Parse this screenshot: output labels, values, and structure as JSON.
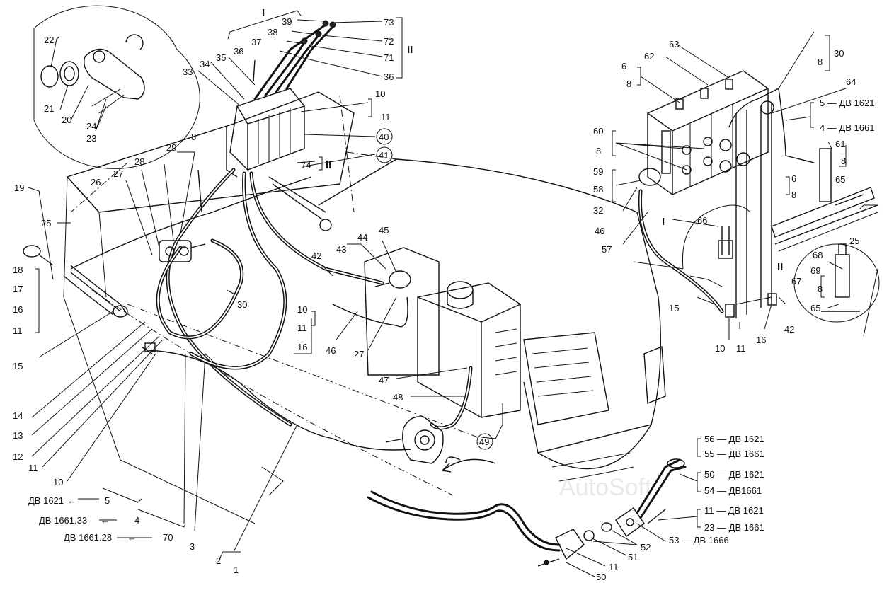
{
  "watermark": "AutoSoft",
  "labels": {
    "roman_1a": "I",
    "roman_2a": "II",
    "roman_2b": "II",
    "roman_1b": "I",
    "roman_2c": "II",
    "n1": "1",
    "n2": "2",
    "n3": "3",
    "n4": "4",
    "n5": "5",
    "n6a": "6",
    "n6b": "6",
    "n8a": "8",
    "n8b": "8",
    "n8c": "8",
    "n8d": "8",
    "n8e": "8",
    "n8f": "8",
    "n8g": "8",
    "n10a": "10",
    "n10b": "10",
    "n10c": "10",
    "n10d": "10",
    "n11a": "11",
    "n11b": "11",
    "n11c": "11",
    "n11d": "11",
    "n11e": "11",
    "n12": "12",
    "n13": "13",
    "n14": "14",
    "n15a": "15",
    "n15b": "15",
    "n16a": "16",
    "n16b": "16",
    "n16c": "16",
    "n17": "17",
    "n18": "18",
    "n19": "19",
    "n20": "20",
    "n21": "21",
    "n22": "22",
    "n23": "23",
    "n24": "24",
    "n25a": "25",
    "n25b": "25",
    "n26": "26",
    "n27a": "27",
    "n27b": "27",
    "n28": "28",
    "n29": "29",
    "n30a": "30",
    "n30b": "30",
    "n32": "32",
    "n33": "33",
    "n34": "34",
    "n35": "35",
    "n36a": "36",
    "n36b": "36",
    "n37": "37",
    "n38": "38",
    "n39": "39",
    "n40": "40",
    "n41": "41",
    "n42a": "42",
    "n42b": "42",
    "n43": "43",
    "n44": "44",
    "n45": "45",
    "n46a": "46",
    "n46b": "46",
    "n47": "47",
    "n48": "48",
    "n49": "49",
    "n50": "50",
    "n51": "51",
    "n52": "52",
    "n57": "57",
    "n58": "58",
    "n59": "59",
    "n60": "60",
    "n61": "61",
    "n62": "62",
    "n63": "63",
    "n64": "64",
    "n65a": "65",
    "n65b": "65",
    "n66": "66",
    "n67": "67",
    "n68": "68",
    "n69": "69",
    "n70": "70",
    "n71": "71",
    "n72": "72",
    "n73": "73",
    "n74": "74",
    "r5": "5 — ДВ 1621",
    "r4": "4 — ДВ 1661",
    "r56": "56 — ДВ 1621",
    "r55": "55 — ДВ 1661",
    "r50": "50 — ДВ 1621",
    "r54": "54 — ДВ1661",
    "r11": "11 — ДВ 1621",
    "r23": "23 — ДВ 1661",
    "r53": "53 — ДВ 1666",
    "l1621": "ДВ 1621",
    "l1661_33": "ДВ 1661.33",
    "l1661_28": "ДВ 1661.28"
  }
}
